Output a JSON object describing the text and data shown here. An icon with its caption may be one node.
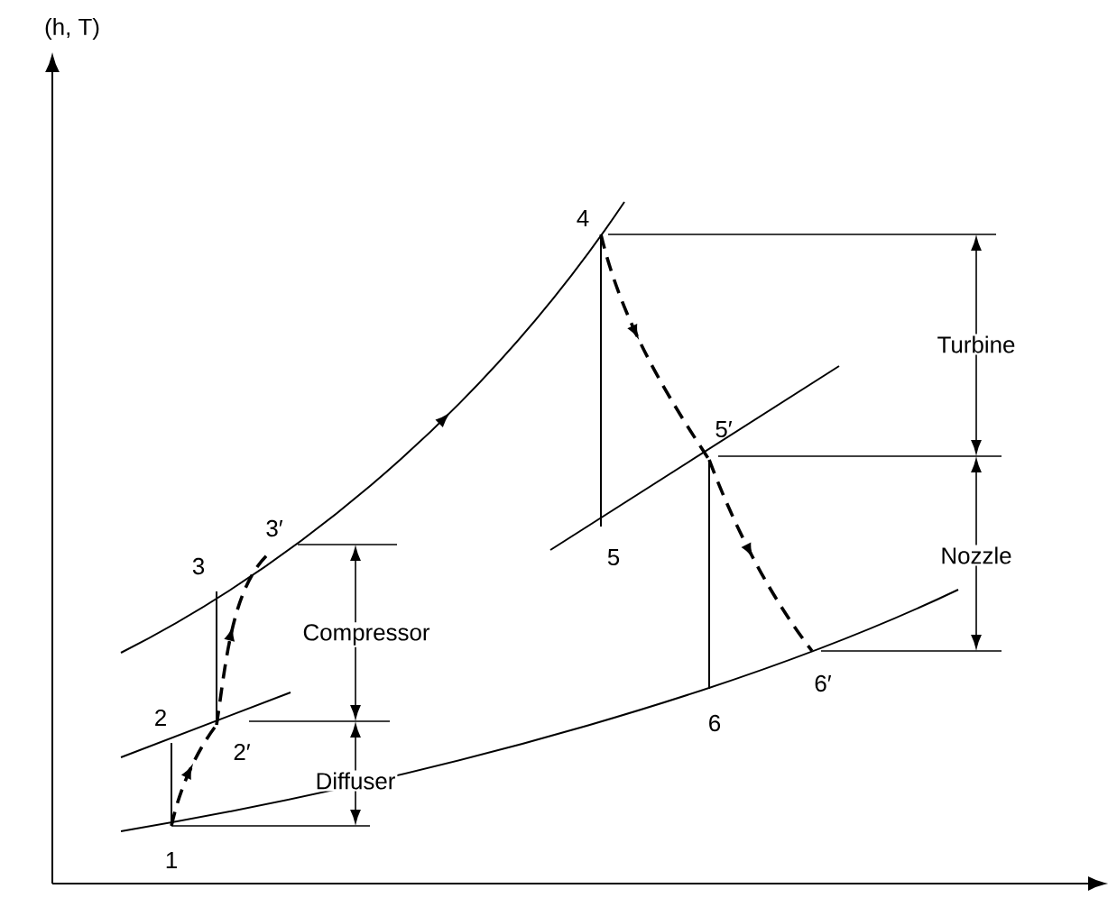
{
  "diagram": {
    "labels": [
      "(h, T)",
      "4",
      "Turbine",
      "5′",
      "3′",
      "3",
      "5",
      "Nozzle",
      "Compressor",
      "2",
      "2′",
      "6",
      "6′",
      "Diffuser",
      "1"
    ]
  }
}
